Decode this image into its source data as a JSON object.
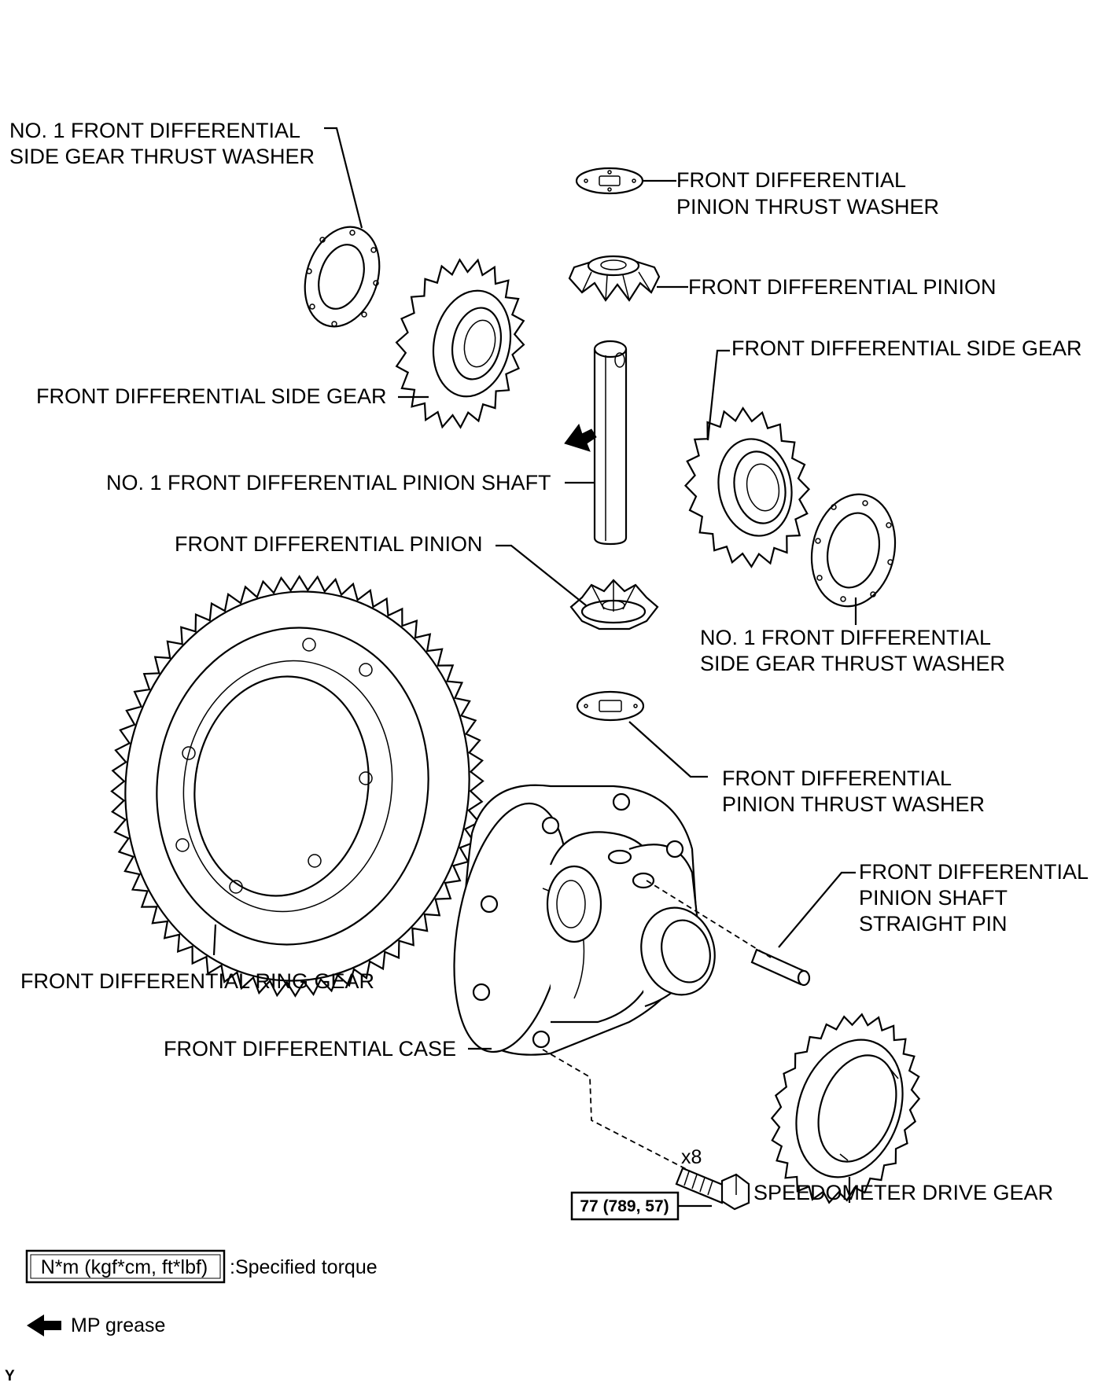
{
  "labels": {
    "thrust_washer_left": [
      "NO. 1 FRONT DIFFERENTIAL",
      "SIDE GEAR THRUST WASHER"
    ],
    "pinion_thrust_washer_top": [
      "FRONT DIFFERENTIAL",
      "PINION THRUST WASHER"
    ],
    "pinion_top": "FRONT DIFFERENTIAL PINION",
    "side_gear_right": "FRONT DIFFERENTIAL SIDE GEAR",
    "side_gear_left": "FRONT DIFFERENTIAL SIDE GEAR",
    "pinion_shaft": "NO. 1 FRONT DIFFERENTIAL PINION SHAFT",
    "pinion_bottom": "FRONT DIFFERENTIAL PINION",
    "thrust_washer_right": [
      "NO. 1 FRONT DIFFERENTIAL",
      "SIDE GEAR THRUST WASHER"
    ],
    "pinion_thrust_washer_bottom": [
      "FRONT DIFFERENTIAL",
      "PINION THRUST WASHER"
    ],
    "straight_pin": [
      "FRONT DIFFERENTIAL",
      "PINION SHAFT",
      "STRAIGHT PIN"
    ],
    "ring_gear": "FRONT DIFFERENTIAL RING GEAR",
    "case": "FRONT DIFFERENTIAL CASE",
    "speedometer_gear": "SPEEDOMETER DRIVE GEAR",
    "bolt_count": "x8",
    "bolt_torque": "77 (789, 57)"
  },
  "legend": {
    "torque_box": "N*m (kgf*cm, ft*lbf)",
    "torque_text": ":Specified torque",
    "grease_text": "MP grease"
  },
  "corner_mark": "Y"
}
